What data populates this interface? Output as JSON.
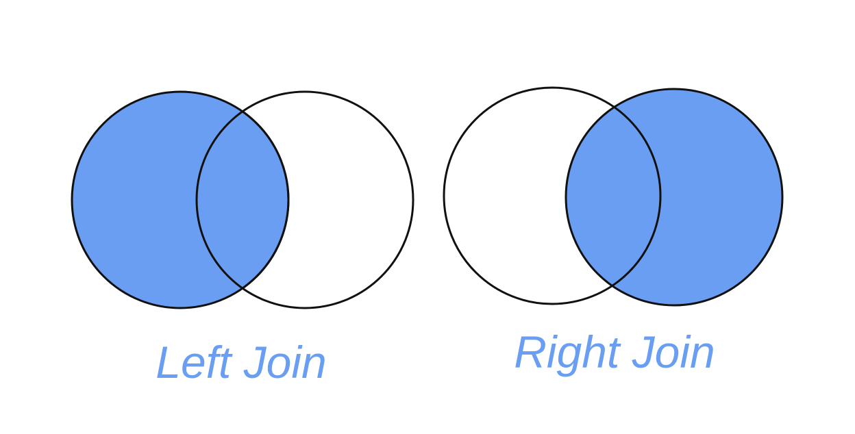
{
  "colors": {
    "background": "#ffffff",
    "fill": "#6a9ef2",
    "stroke": "#111111",
    "label": "#6a9ef2"
  },
  "diagrams": [
    {
      "label": "Left Join",
      "highlighted": "left"
    },
    {
      "label": "Right Join",
      "highlighted": "right"
    }
  ]
}
